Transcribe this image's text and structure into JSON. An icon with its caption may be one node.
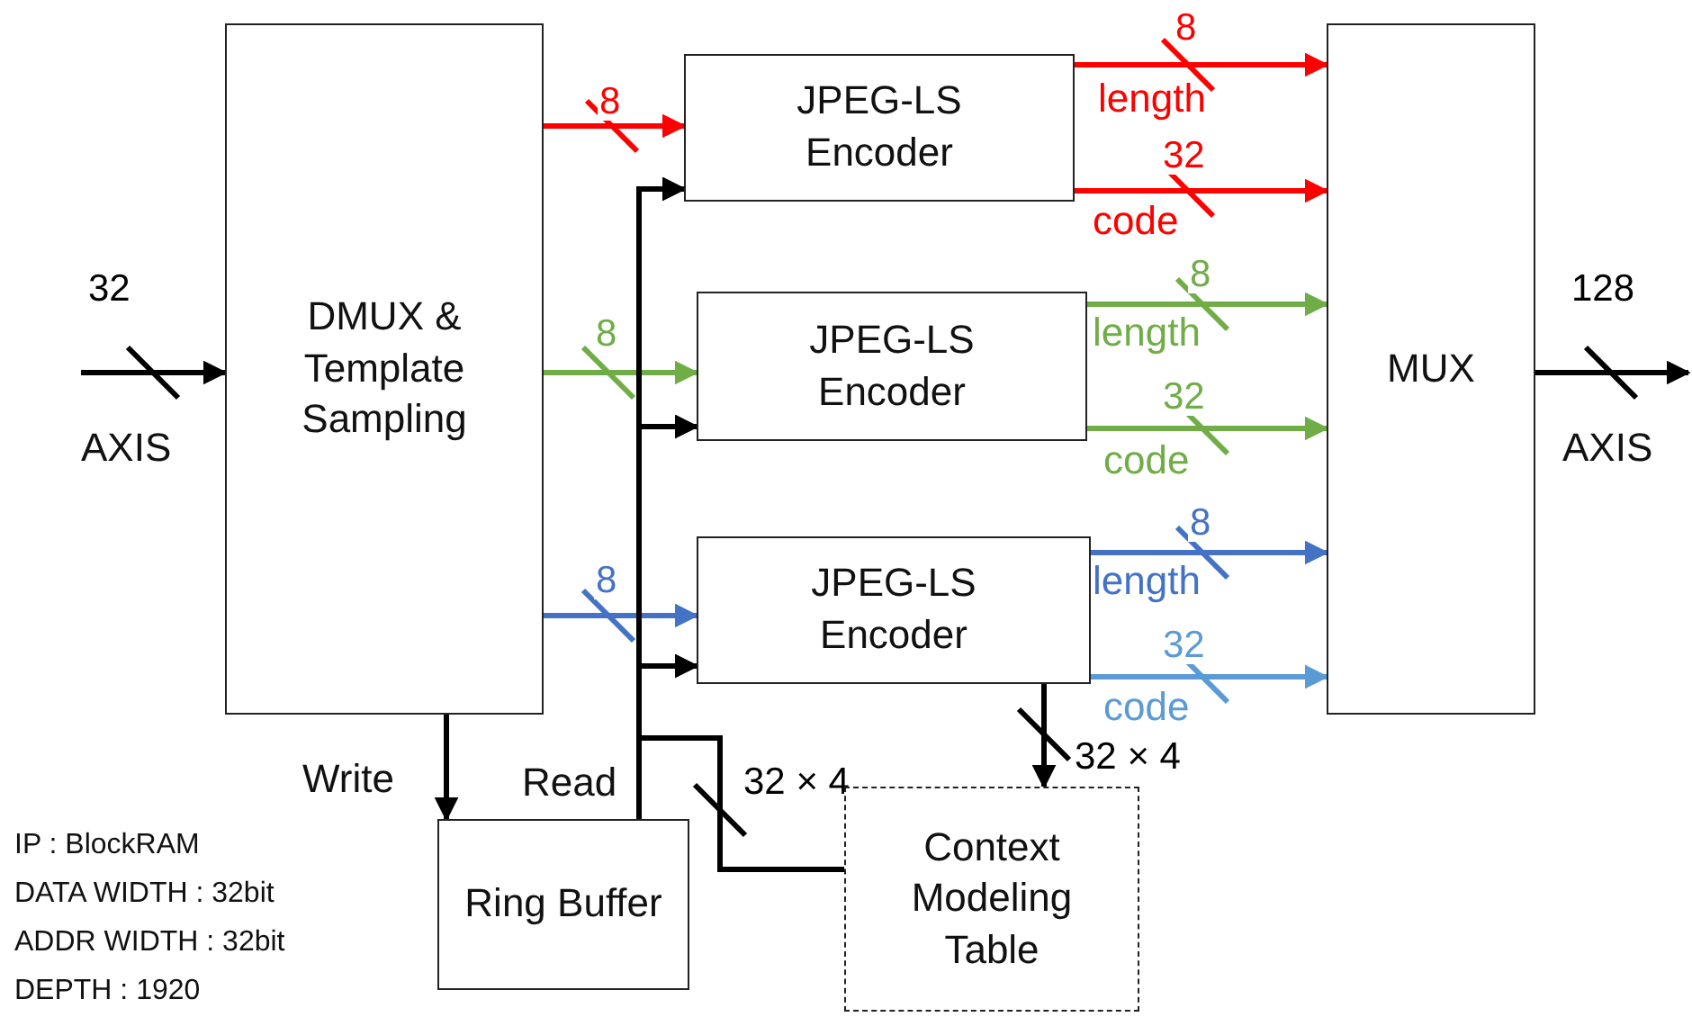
{
  "diagram": {
    "nodes": [
      {
        "text": [
          "DMUX & Template Sampling"
        ]
      },
      {
        "text": [
          "JPEG-LS Encoder"
        ]
      },
      {
        "text": [
          "JPEG-LS Encoder"
        ]
      },
      {
        "text": [
          "JPEG-LS Encoder"
        ]
      },
      {
        "text": [
          "MUX"
        ]
      },
      {
        "text": [
          "Ring Buffer"
        ]
      },
      {
        "text": [
          "Context Modeling Table"
        ]
      }
    ],
    "edges": [
      {
        "from": null,
        "to": 0,
        "arrow": "to",
        "label": "32"
      },
      {
        "from": 0,
        "to": 1,
        "arrow": "to",
        "label": "8",
        "color": "#ff0000"
      },
      {
        "from": 0,
        "to": 2,
        "arrow": "to",
        "label": "8",
        "color": "#70ad47"
      },
      {
        "from": 0,
        "to": 3,
        "arrow": "to",
        "label": "8",
        "color": "#4472c4"
      },
      {
        "from": 1,
        "to": 4,
        "arrow": "to",
        "label": "8",
        "color": "#ff0000"
      },
      {
        "from": 1,
        "to": 4,
        "arrow": "to",
        "label": "32",
        "color": "#ff0000"
      },
      {
        "from": 2,
        "to": 4,
        "arrow": "to",
        "label": "8",
        "color": "#70ad47"
      },
      {
        "from": 2,
        "to": 4,
        "arrow": "to",
        "label": "32",
        "color": "#70ad47"
      },
      {
        "from": 3,
        "to": 4,
        "arrow": "to",
        "label": "8",
        "color": "#4472c4"
      },
      {
        "from": 3,
        "to": 4,
        "arrow": "to",
        "label": "32",
        "color": "#5b9bd5"
      },
      {
        "from": 4,
        "to": null,
        "arrow": "to",
        "label": "128"
      },
      {
        "from": 0,
        "to": 5,
        "arrow": "to"
      },
      {
        "from": 5,
        "to": 1,
        "arrow": "to"
      },
      {
        "from": 5,
        "to": 2,
        "arrow": "to"
      },
      {
        "from": 5,
        "to": 3,
        "arrow": "to"
      },
      {
        "from": 6,
        "to": 1,
        "arrow": "to",
        "label": "32 × 4"
      },
      {
        "from": 6,
        "to": 2,
        "arrow": "to"
      },
      {
        "from": 6,
        "to": 3,
        "arrow": "to"
      },
      {
        "from": 3,
        "to": 6,
        "arrow": "to",
        "label": "32 × 4"
      }
    ],
    "labels": [
      "length",
      "code",
      "AXIS",
      "length",
      "code",
      "AXIS",
      "length",
      "code",
      "Write",
      "Read",
      "IP : BlockRAM",
      "DATA WIDTH : 32bit",
      "ADDR WIDTH : 32bit",
      "DEPTH : 1920"
    ]
  }
}
